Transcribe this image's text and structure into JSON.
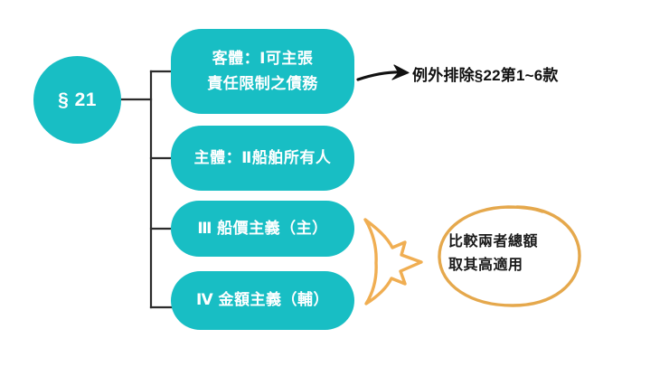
{
  "diagram": {
    "root": {
      "label": "§ 21",
      "shape": "ellipse",
      "fill": "#18BEC4",
      "text_color": "#FFFFFF"
    },
    "branches": [
      {
        "id": "branch-1",
        "label": "客體：Ⅰ可主張\n責任限制之債務",
        "numeral": "Ⅰ",
        "fill": "#18BEC4",
        "text_color": "#FFFFFF"
      },
      {
        "id": "branch-2",
        "label": "主體：Ⅱ船舶所有人",
        "numeral": "Ⅱ",
        "fill": "#18BEC4",
        "text_color": "#FFFFFF"
      },
      {
        "id": "branch-3",
        "label": "Ⅲ 船價主義（主）",
        "numeral": "Ⅲ",
        "fill": "#18BEC4",
        "text_color": "#FFFFFF"
      },
      {
        "id": "branch-4",
        "label": "Ⅳ 金額主義（輔）",
        "numeral": "Ⅳ",
        "fill": "#18BEC4",
        "text_color": "#FFFFFF"
      }
    ],
    "annotations": {
      "exception_note": {
        "text": "例外排除§22第1~6款",
        "arrow": "black-curved-arrow-right",
        "color": "#111111"
      },
      "comparison_note": {
        "text": "比較兩者總額\n取其高適用",
        "circle_color": "#E5A84C",
        "arrow": "orange-merge-arrow-right",
        "text_color": "#1A1A1A"
      }
    },
    "colors": {
      "teal": "#18BEC4",
      "orange": "#E5A84C",
      "connector": "#2B2B2B",
      "background": "#FFFFFF"
    }
  }
}
